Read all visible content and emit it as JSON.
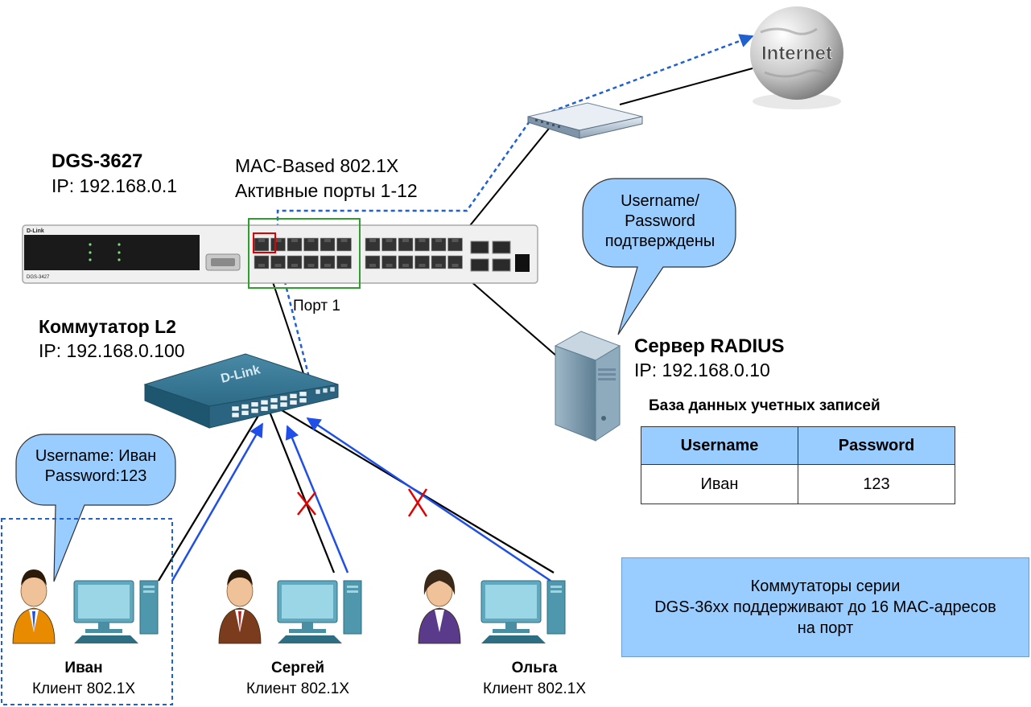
{
  "colors": {
    "callout_fill": "#99ccff",
    "link_blue": "#1f4fe8",
    "dashed_blue": "#2060d0",
    "highlight_green": "#2e9e2e",
    "highlight_red": "#e00000",
    "note_fill": "#99ccff"
  },
  "core_switch": {
    "name": "DGS-3627",
    "ip": "IP: 192.168.0.1",
    "brand_label": "D-Link",
    "model_label": "DGS-3427",
    "auth_mode": "MAC-Based 802.1X",
    "active_ports": "Активные порты 1-12",
    "port_label": "Порт 1"
  },
  "access_switch": {
    "name": "Коммутатор L2",
    "ip": "IP: 192.168.0.100"
  },
  "internet": {
    "label": "Internet"
  },
  "radius": {
    "name": "Сервер RADIUS",
    "ip": "IP: 192.168.0.10",
    "callout_lines": [
      "Username/",
      "Password",
      "подтверждены"
    ]
  },
  "database": {
    "title": "База данных учетных записей",
    "headers": [
      "Username",
      "Password"
    ],
    "rows": [
      [
        "Иван",
        "123"
      ]
    ]
  },
  "client_callout": {
    "lines": [
      "Username: Иван",
      "Password:123"
    ]
  },
  "clients": [
    {
      "name": "Иван",
      "role": "Клиент 802.1X"
    },
    {
      "name": "Сергей",
      "role": "Клиент 802.1X"
    },
    {
      "name": "Ольга",
      "role": "Клиент 802.1X"
    }
  ],
  "note": {
    "lines": [
      "Коммутаторы серии",
      "DGS-36xx поддерживают до 16 MAC-адресов",
      "на порт"
    ]
  }
}
